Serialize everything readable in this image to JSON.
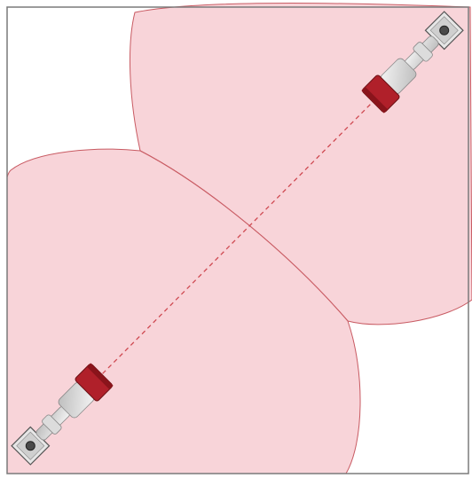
{
  "scene": {
    "type": "camera-coverage-diagram",
    "cameras": [
      {
        "id": "camera-top-right",
        "facing": "bottom-left",
        "color": "#b0202a"
      },
      {
        "id": "camera-bottom-left",
        "facing": "top-right",
        "color": "#b0202a"
      }
    ],
    "coverage_color": "#f6c9cf",
    "coverage_stroke": "#c85a62",
    "overlap_color": "#eea7b0",
    "line_of_sight_color": "#cf4a52",
    "frame_color": "#7a7a7a",
    "background": "#ffffff"
  }
}
